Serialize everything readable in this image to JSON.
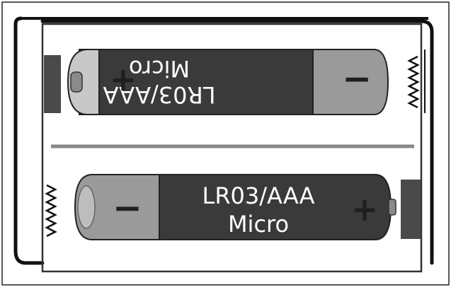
{
  "battery_top": {
    "label_line1": "LR03/AAA",
    "label_line2": "Micro",
    "plus_symbol": "+",
    "minus_symbol": "−",
    "orientation": "rotated-180"
  },
  "battery_bottom": {
    "label_line1": "LR03/AAA",
    "label_line2": "Micro",
    "plus_symbol": "+",
    "minus_symbol": "−",
    "orientation": "upright"
  },
  "colors": {
    "frame": "#111111",
    "battery_body": "#3a3a3a",
    "minus_end": "#9a9a9a",
    "cap": "#c8c8c8",
    "contact_plate": "#4a4a4a",
    "divider": "#888888"
  }
}
